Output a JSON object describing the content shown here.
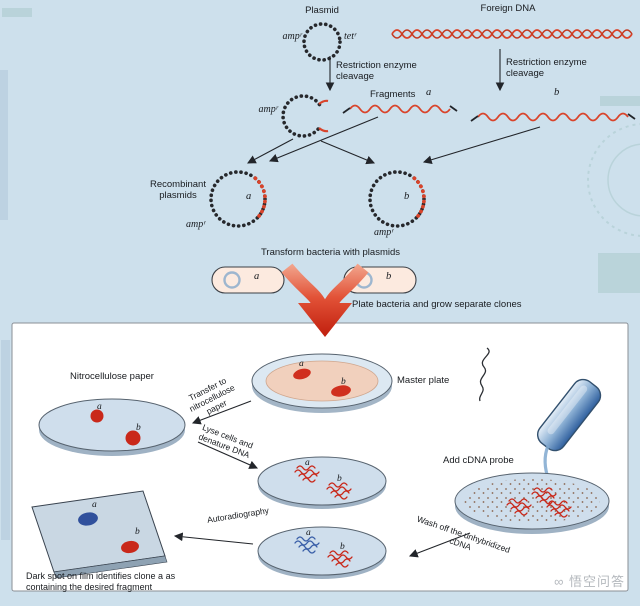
{
  "colors": {
    "background": "#cde0ec",
    "panel": "#ffffff",
    "dna_red": "#d9442b",
    "big_arrow_red": "#d32f14",
    "plate_fill": "#cfdeec",
    "master_media_pink": "#f1d0bd",
    "colony_red": "#c9281a",
    "probe_blue": "#3a5fa8",
    "film_fill": "#c9d7e3",
    "watermark_grey": "#b4b8bd"
  },
  "top": {
    "plasmid_label": "Plasmid",
    "foreign_dna_label": "Foreign DNA",
    "amp_gene": "ampʳ",
    "tet_gene": "tetʳ",
    "restriction_left_label": "Restriction enzyme cleavage",
    "restriction_right_label": "Restriction enzyme cleavage",
    "fragments_label": "Fragments",
    "cut_plasmid_gene": "ampʳ",
    "recombinant_label": "Recombinant plasmids",
    "plasmid_a_gene": "ampʳ",
    "plasmid_b_gene": "ampʳ",
    "transform_label": "Transform bacteria with plasmids",
    "plate_clones_label": "Plate bacteria and grow separate clones"
  },
  "bottom": {
    "nitrocellulose_label": "Nitrocellulose paper",
    "transfer_label": "Transfer to nitrocellulose paper",
    "master_plate_label": "Master plate",
    "lyse_label": "Lyse cells and denature DNA",
    "add_probe_label": "Add cDNA probe",
    "wash_label": "Wash off the unhybridized cDNA",
    "autoradiography_label": "Autoradiography",
    "caption": "Dark spot on film identifies clone a as containing the desired fragment"
  },
  "letters": {
    "a": "a",
    "b": "b"
  },
  "watermark": {
    "logo": "∞",
    "text": "悟空问答"
  }
}
